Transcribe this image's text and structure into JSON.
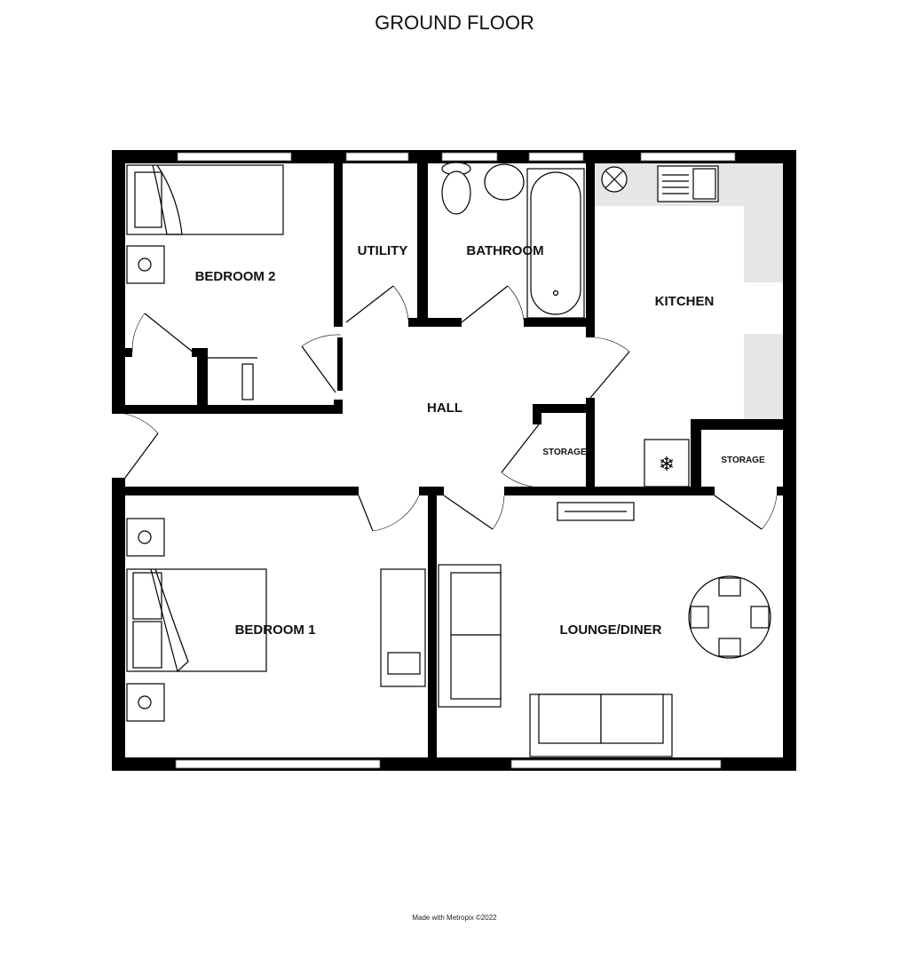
{
  "title": "GROUND FLOOR",
  "credit": "Made with Metropix ©2022",
  "rooms": {
    "bedroom2": "BEDROOM 2",
    "utility": "UTILITY",
    "bathroom": "BATHROOM",
    "kitchen": "KITCHEN",
    "hall": "HALL",
    "storage_hall": "STORAGE",
    "storage_kitchen": "STORAGE",
    "bedroom1": "BEDROOM 1",
    "lounge": "LOUNGE/DINER"
  },
  "colors": {
    "walls": "#000000",
    "counter": "#e6e6e6",
    "background": "#ffffff"
  }
}
